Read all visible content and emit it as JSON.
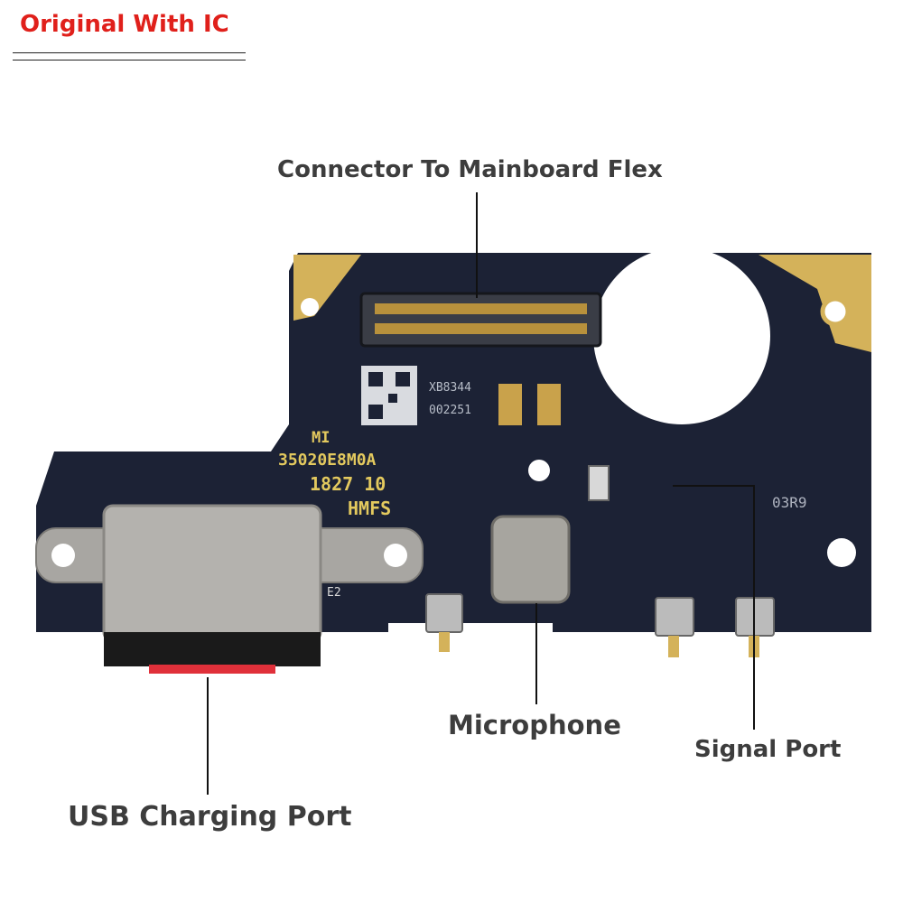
{
  "badge": {
    "text": "Original With IC",
    "color": "#e0201b"
  },
  "labels": {
    "connector": "Connector To Mainboard Flex",
    "microphone": "Microphone",
    "signal_port": "Signal Port",
    "usb_port": "USB Charging Port"
  },
  "board_markings": {
    "brand": "MI",
    "part_number": "35020E8M0A",
    "date_code": "1827 10",
    "vendor": "HMFS",
    "serial_a": "XB8344",
    "serial_b": "002251",
    "ref_03r9": "03R9",
    "ref_e2": "E2"
  },
  "colors": {
    "pcb": "#1c2235",
    "gold": "#d4b25a",
    "steel": "#a8a6a2",
    "label_text": "#3d3d3d"
  }
}
